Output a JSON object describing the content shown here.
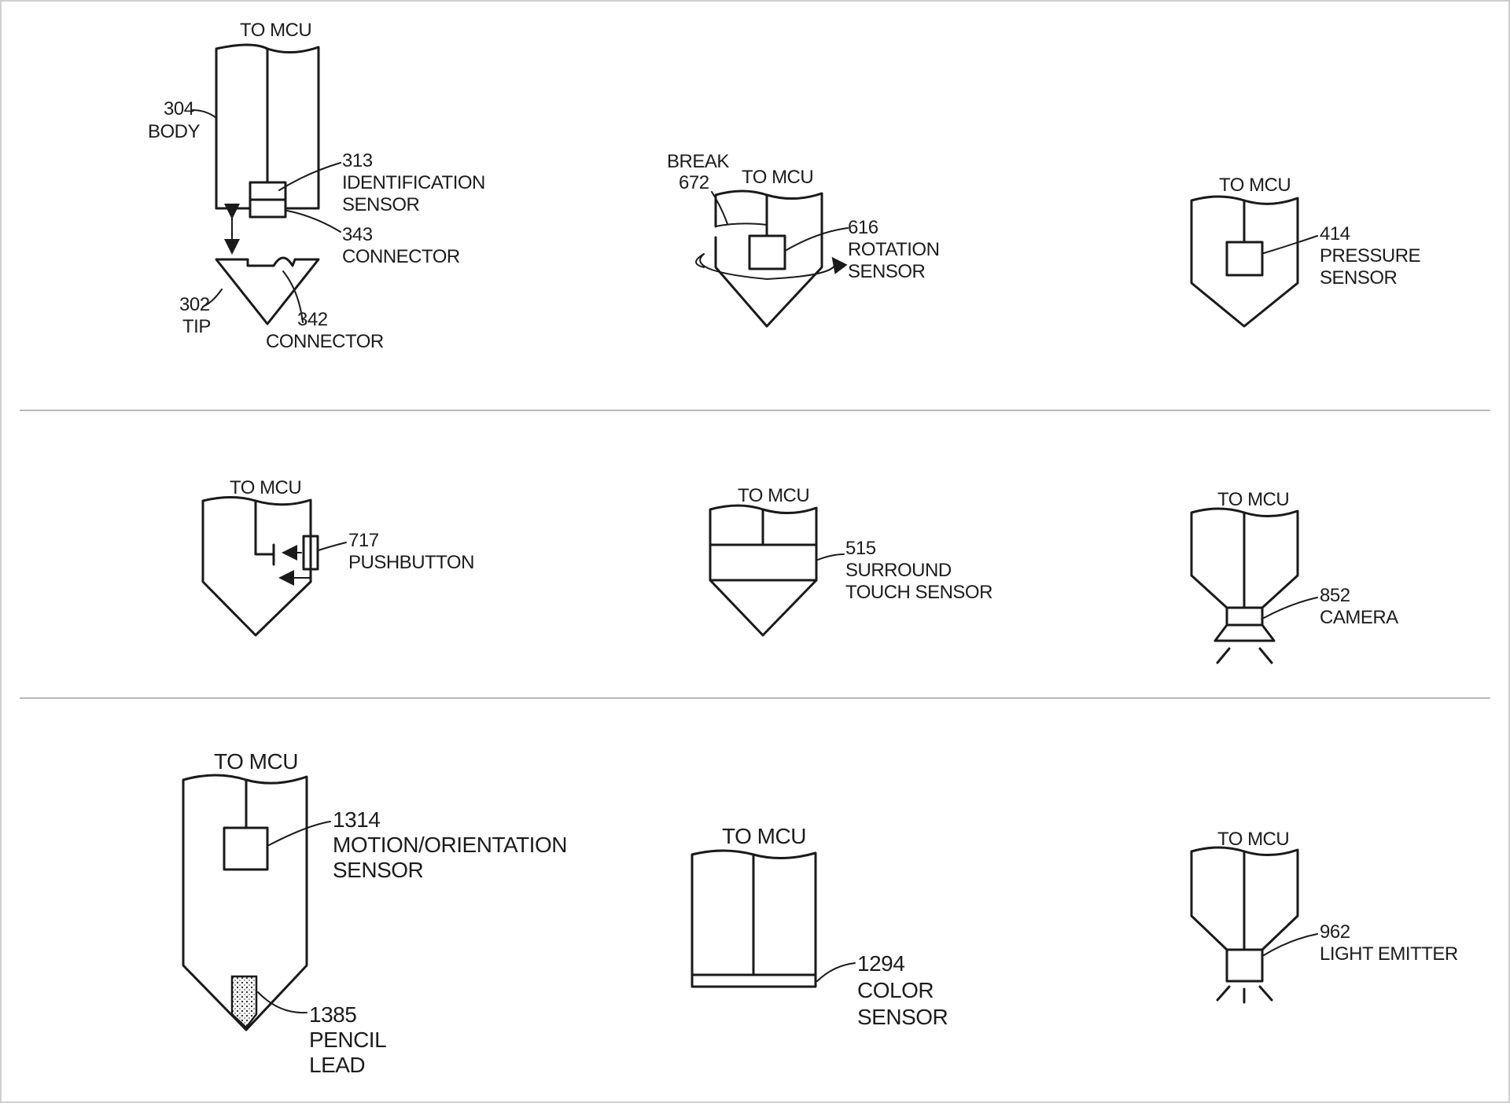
{
  "labels": {
    "to_mcu": "TO MCU",
    "p1": {
      "body_num": "304",
      "body": "BODY",
      "id_num": "313",
      "id_1": "IDENTIFICATION",
      "id_2": "SENSOR",
      "conn343_num": "343",
      "conn343": "CONNECTOR",
      "tip_num": "302",
      "tip": "TIP",
      "conn342_num": "342",
      "conn342": "CONNECTOR"
    },
    "p2": {
      "break": "BREAK",
      "break_num": "672",
      "rot_num": "616",
      "rot_1": "ROTATION",
      "rot_2": "SENSOR"
    },
    "p3": {
      "num": "414",
      "l1": "PRESSURE",
      "l2": "SENSOR"
    },
    "p4": {
      "num": "717",
      "l1": "PUSHBUTTON"
    },
    "p5": {
      "num": "515",
      "l1": "SURROUND",
      "l2": "TOUCH SENSOR"
    },
    "p6": {
      "num": "852",
      "l1": "CAMERA"
    },
    "p7": {
      "num": "1314",
      "l1": "MOTION/ORIENTATION",
      "l2": "SENSOR",
      "lead_num": "1385",
      "lead_1": "PENCIL",
      "lead_2": "LEAD"
    },
    "p8": {
      "num": "1294",
      "l1": "COLOR",
      "l2": "SENSOR"
    },
    "p9": {
      "num": "962",
      "l1": "LIGHT EMITTER"
    }
  }
}
